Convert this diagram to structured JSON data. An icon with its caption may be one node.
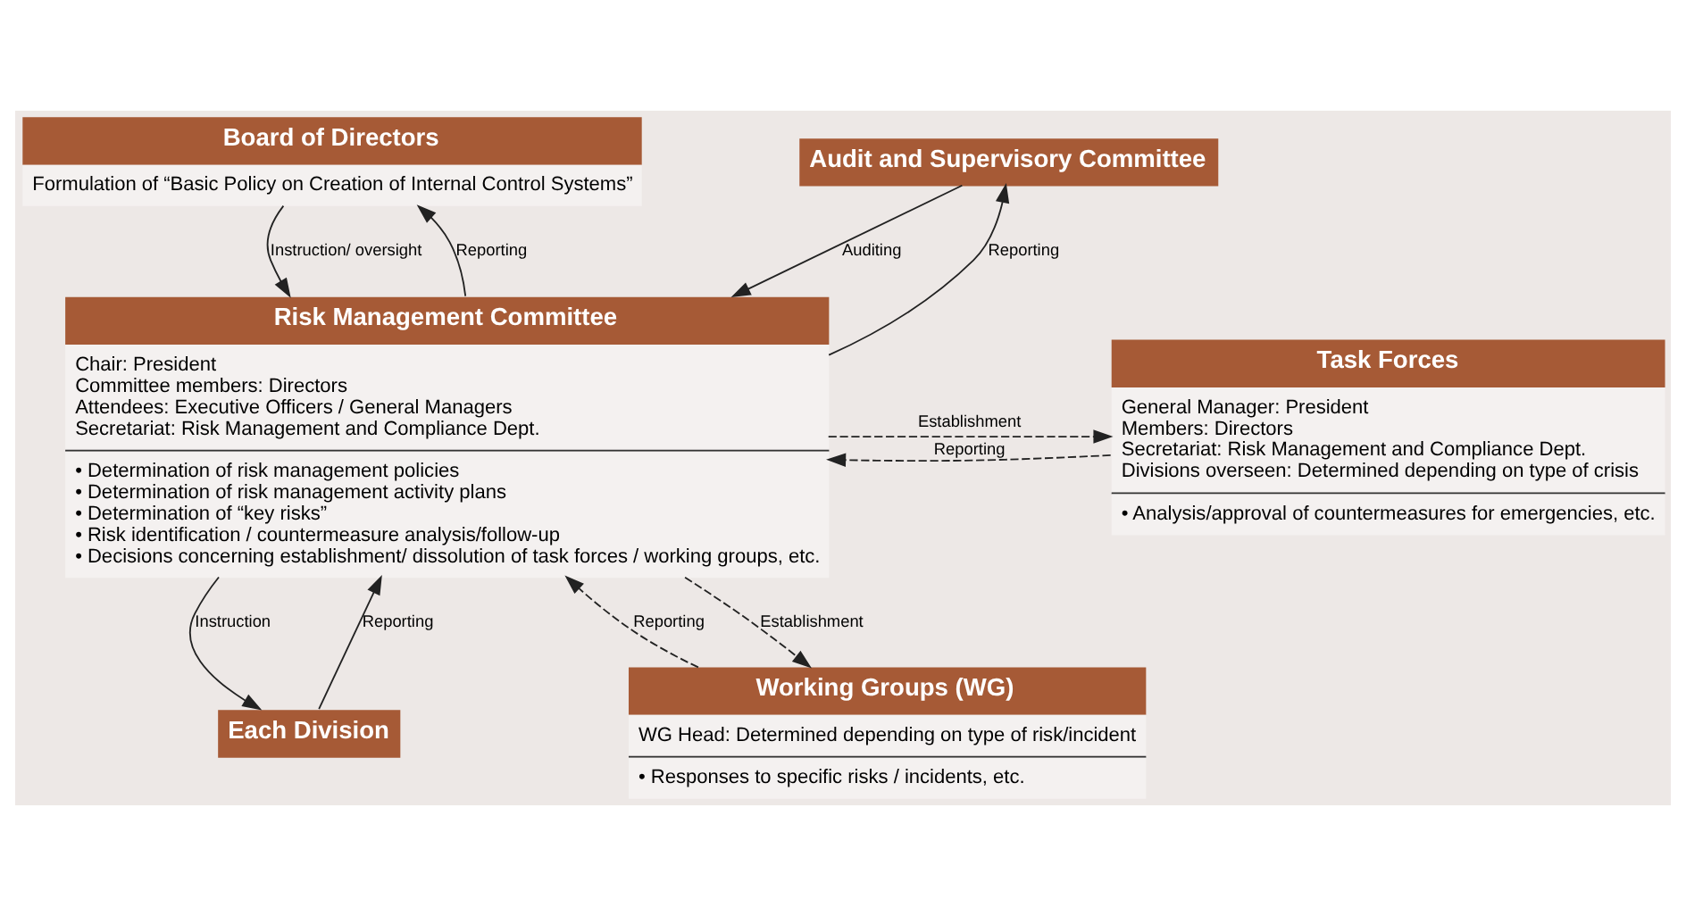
{
  "diagram": {
    "nodes": [
      {
        "text": [
          "Board of Directors",
          "Formulation of “Basic Policy on Creation of Internal Control Systems”"
        ]
      },
      {
        "text": [
          "Audit and Supervisory Committee"
        ]
      },
      {
        "text": [
          "Risk Management Committee",
          "Chair: President",
          "Committee members: Directors",
          "Attendees: Executive Officers / General Managers",
          "Secretariat: Risk Management and Compliance Dept.",
          "• Determination of risk management policies",
          "• Determination of risk management activity plans",
          "• Determination of “key risks”",
          "• Risk identification / countermeasure analysis/follow-up",
          "• Decisions concerning establishment/ dissolution of task forces / working groups, etc."
        ]
      },
      {
        "text": [
          "Task Forces",
          "General Manager: President",
          "Members: Directors",
          "Secretariat: Risk Management and Compliance Dept.",
          "Divisions overseen: Determined depending on type of crisis",
          "• Analysis/approval of countermeasures for emergencies, etc."
        ]
      },
      {
        "text": [
          "Working Groups (WG)",
          "WG Head: Determined depending on type of risk/incident",
          "• Responses to specific risks / incidents, etc."
        ]
      },
      {
        "text": [
          "Each Division"
        ]
      }
    ],
    "edges": [
      {
        "from": 0,
        "to": 2,
        "arrow": "to",
        "label": "Instruction/ oversight"
      },
      {
        "from": 2,
        "to": 0,
        "arrow": "to",
        "label": "Reporting"
      },
      {
        "from": 2,
        "to": 1,
        "arrow": "to",
        "label": "Reporting"
      },
      {
        "from": 1,
        "to": 2,
        "arrow": "to",
        "label": "Auditing"
      },
      {
        "from": 2,
        "to": 3,
        "arrow": "to",
        "label": "Establishment",
        "style": "dashed"
      },
      {
        "from": 3,
        "to": 2,
        "arrow": "to",
        "label": "Reporting",
        "style": "dashed"
      },
      {
        "from": 2,
        "to": 4,
        "arrow": "to",
        "label": "Establishment",
        "style": "dashed"
      },
      {
        "from": 4,
        "to": 2,
        "arrow": "to",
        "label": "Reporting",
        "style": "dashed"
      },
      {
        "from": 2,
        "to": 5,
        "arrow": "to",
        "label": "Instruction"
      },
      {
        "from": 5,
        "to": 2,
        "arrow": "to",
        "label": "Reporting"
      }
    ]
  }
}
